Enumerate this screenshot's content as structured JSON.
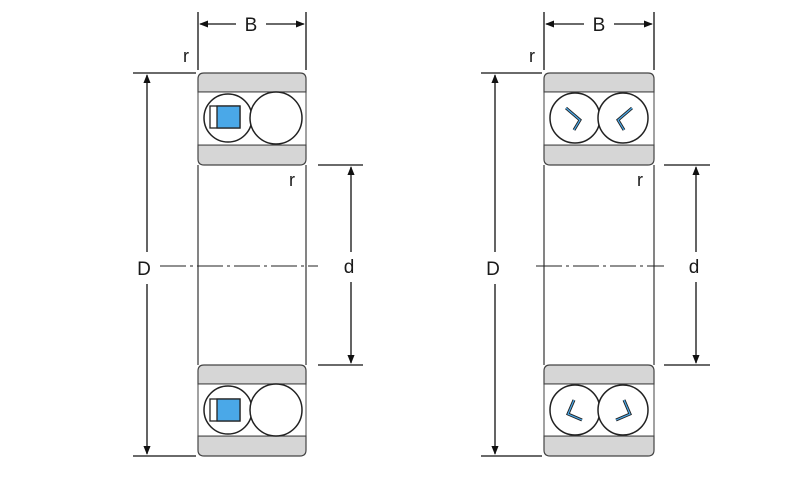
{
  "colors": {
    "ring_fill": "#d6d6d6",
    "ring_stroke": "#444444",
    "cage_blue": "#4aa8e8",
    "line": "#111111",
    "background": "#ffffff"
  },
  "left_bearing": {
    "width_label": "B",
    "outer_diameter_label": "D",
    "bore_label": "d",
    "radius_top_label": "r",
    "radius_inner_label": "r"
  },
  "right_bearing": {
    "width_label": "B",
    "outer_diameter_label": "D",
    "bore_label": "d",
    "radius_top_label": "r",
    "radius_inner_label": "r"
  }
}
